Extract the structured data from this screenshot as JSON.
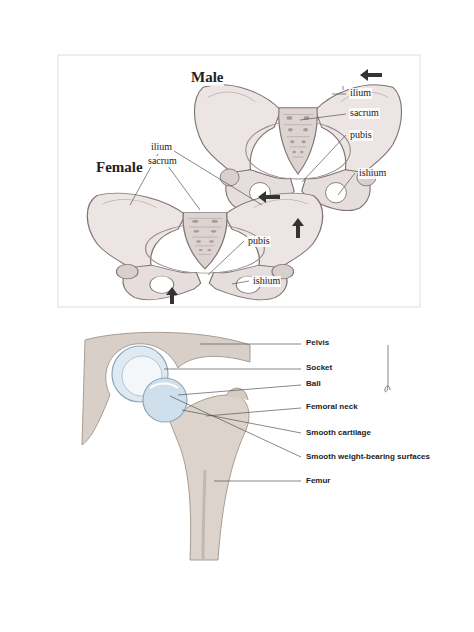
{
  "diagram": {
    "labels": [
      "Male",
      "ilium",
      "sacrum",
      "pubis",
      "ishium",
      "Female",
      "ilium",
      "sacrum",
      "pubis",
      "ishium",
      "Pelvis",
      "Socket",
      "Ball",
      "Femoral neck",
      "Smooth cartilage",
      "Smooth weight-bearing surfaces",
      "Femur"
    ]
  }
}
